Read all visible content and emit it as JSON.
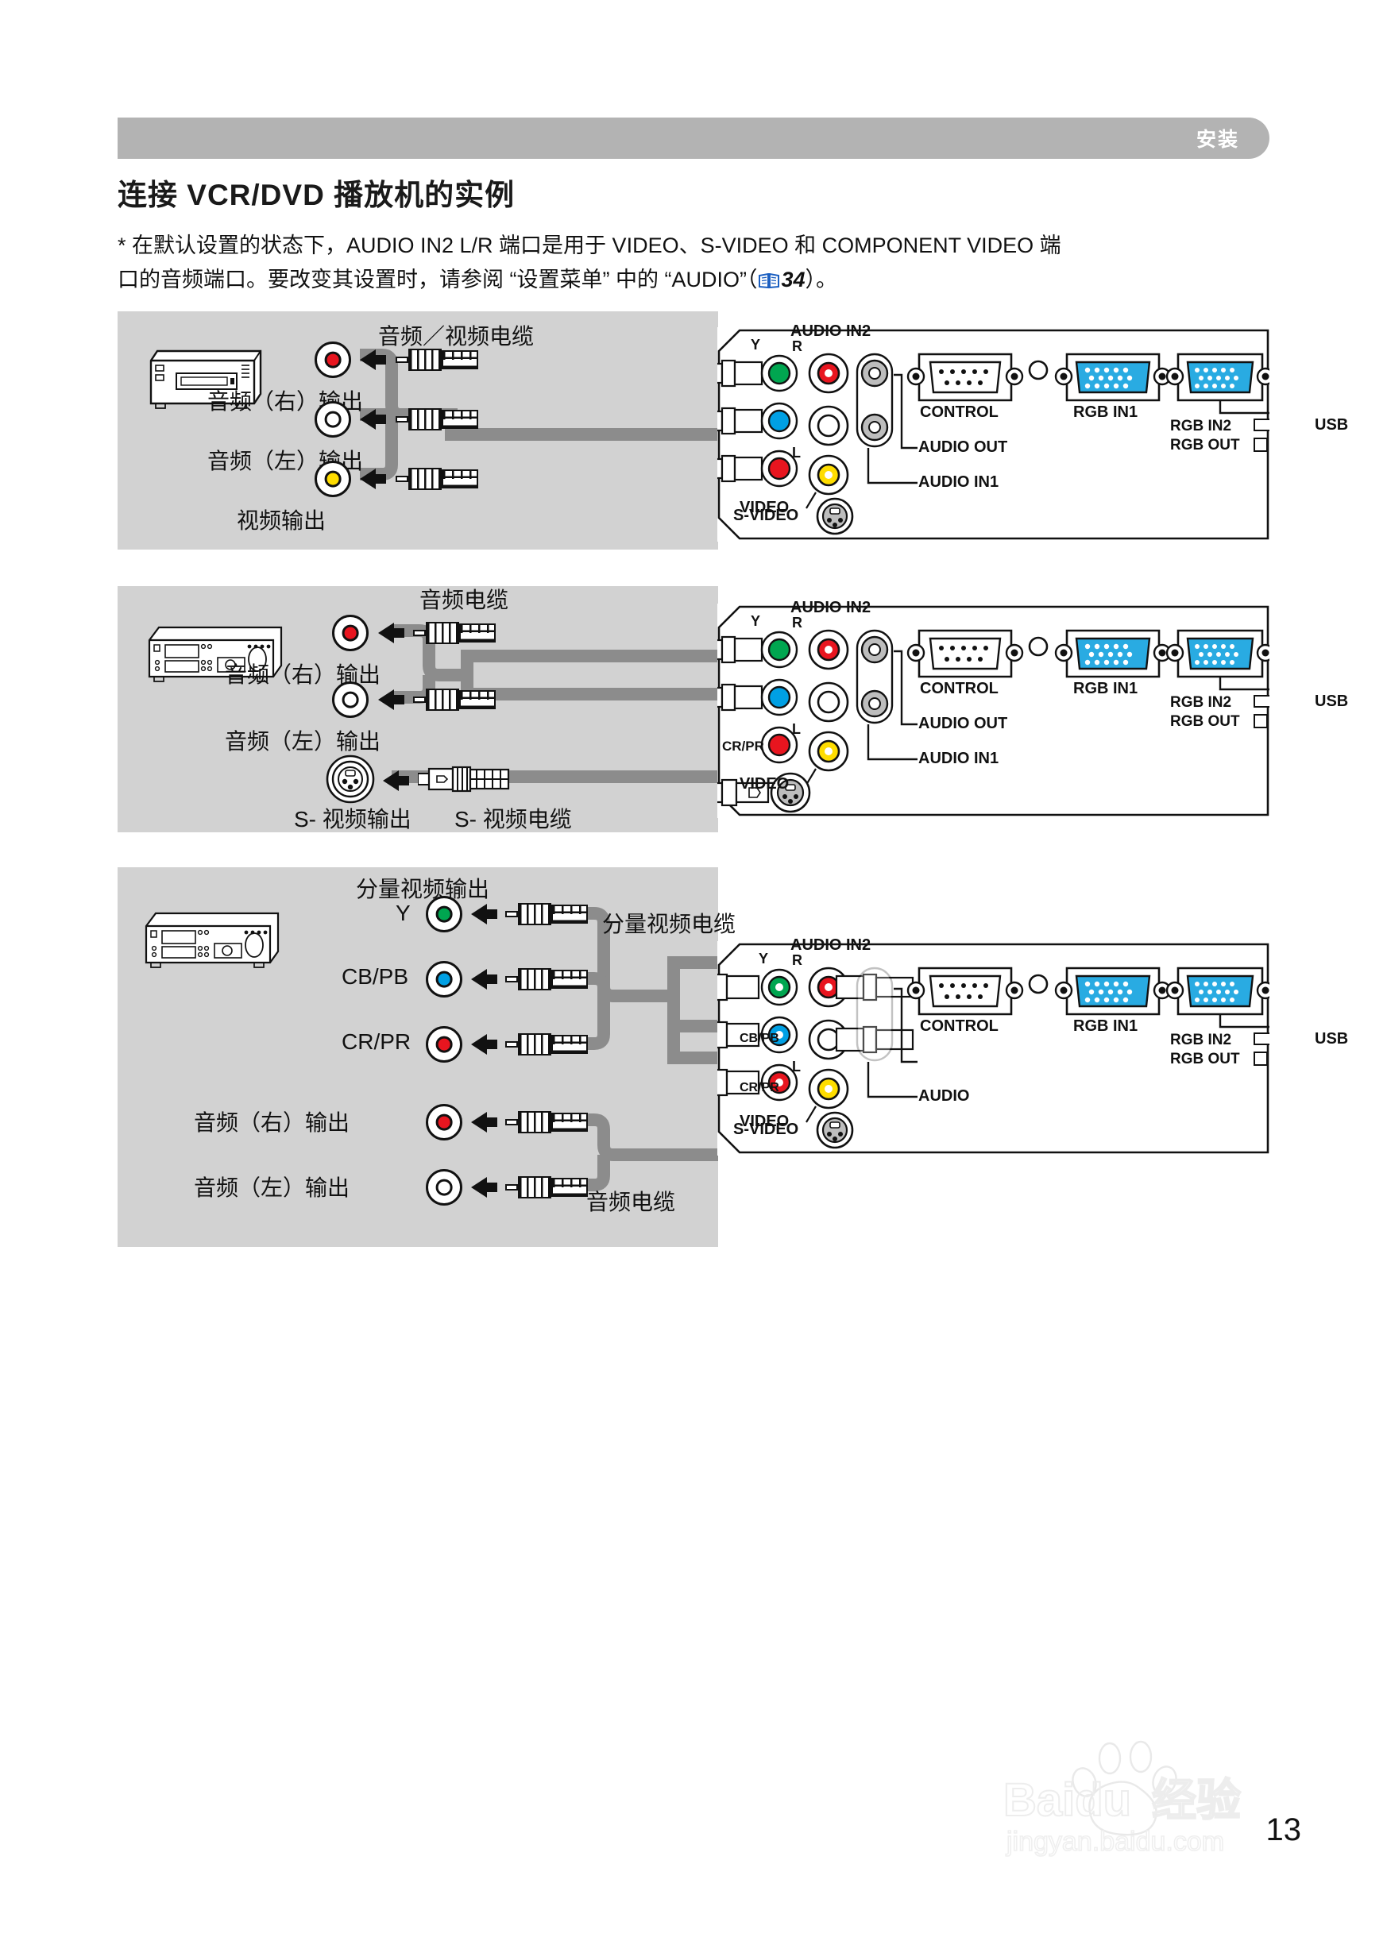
{
  "header": {
    "chapter_label": "安装"
  },
  "title": "连接 VCR/DVD 播放机的实例",
  "intro": {
    "line1": "* 在默认设置的状态下，AUDIO IN2 L/R 端口是用于 VIDEO、S-VIDEO 和 COMPONENT VIDEO 端",
    "line2_a": "口的音频端口。要改变其设置时，请参阅 “设置菜单” 中的 “AUDIO”（",
    "page_ref": "34",
    "line2_b": "）。"
  },
  "panel1": {
    "cable_label": "音频／视频电缆",
    "jacks": [
      {
        "label": "音频（右）输出",
        "color": "red"
      },
      {
        "label": "音频（左）输出",
        "color": "white"
      },
      {
        "label": "视频输出",
        "color": "yellow"
      }
    ]
  },
  "panel2": {
    "cable_label_audio": "音频电缆",
    "cable_label_svideo": "S- 视频电缆",
    "jacks": [
      {
        "label": "音频（右）输出",
        "color": "red"
      },
      {
        "label": "音频（左）输出",
        "color": "white"
      }
    ],
    "svideo_label": "S- 视频输出"
  },
  "panel3": {
    "component_out_label": "分量视频输出",
    "cable_label_component": "分量视频电缆",
    "cable_label_audio": "音频电缆",
    "component_jacks": [
      {
        "label": "Y",
        "color": "green"
      },
      {
        "label": "CB/PB",
        "color": "blue"
      },
      {
        "label": "CR/PR",
        "color": "red"
      }
    ],
    "audio_jacks": [
      {
        "label": "音频（右）输出",
        "color": "red"
      },
      {
        "label": "音频（左）输出",
        "color": "white"
      }
    ]
  },
  "projector_panel": {
    "labels": {
      "audio_in2": "AUDIO IN2",
      "y": "Y",
      "r": "R",
      "l": "L",
      "cb_pb": "CB/PB",
      "cr_pr": "CR/PR",
      "control": "CONTROL",
      "rgb_in1": "RGB IN1",
      "rgb_in2": "RGB IN2",
      "rgb_out": "RGB OUT",
      "usb": "USB",
      "audio_out": "AUDIO OUT",
      "audio_in1": "AUDIO IN1",
      "video": "VIDEO",
      "s_video": "S-VIDEO"
    }
  },
  "footer": {
    "page_number": "13",
    "watermark_brand": "Baidu",
    "watermark_cn": "经验",
    "watermark_url": "jingyan.baidu.com"
  },
  "colors": {
    "panel_bg": "#d2d2d2",
    "header_bar": "#b3b3b3",
    "cable": "#8c8c8c",
    "red": "#e8151f",
    "yellow": "#ffdd00",
    "green": "#00a650",
    "blue": "#00a0e4",
    "vga_blue": "#29abe2",
    "ref_blue": "#1b5fc1"
  }
}
